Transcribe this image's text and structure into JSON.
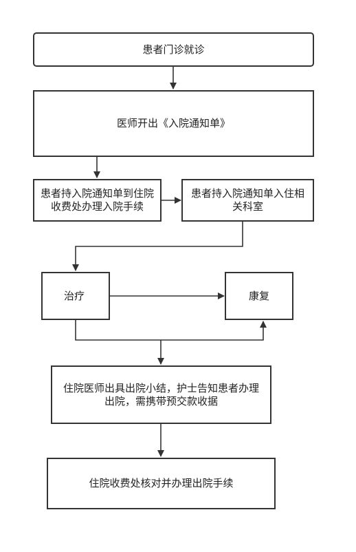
{
  "nodes": {
    "visit": "患者门诊就诊",
    "notice": "医师开出《入院通知单》",
    "payment": "患者持入院通知单到住院收费处办理入院手续",
    "ward": "患者持入院通知单入住相关科室",
    "treatment": "治疗",
    "recovery": "康复",
    "summary": "住院医师出具出院小结，护士告知患者办理出院，需携带预交款收据",
    "checkout": "住院收费处核对并办理出院手续"
  },
  "colors": {
    "stroke": "#333333",
    "text": "#222222",
    "background": "#ffffff"
  }
}
